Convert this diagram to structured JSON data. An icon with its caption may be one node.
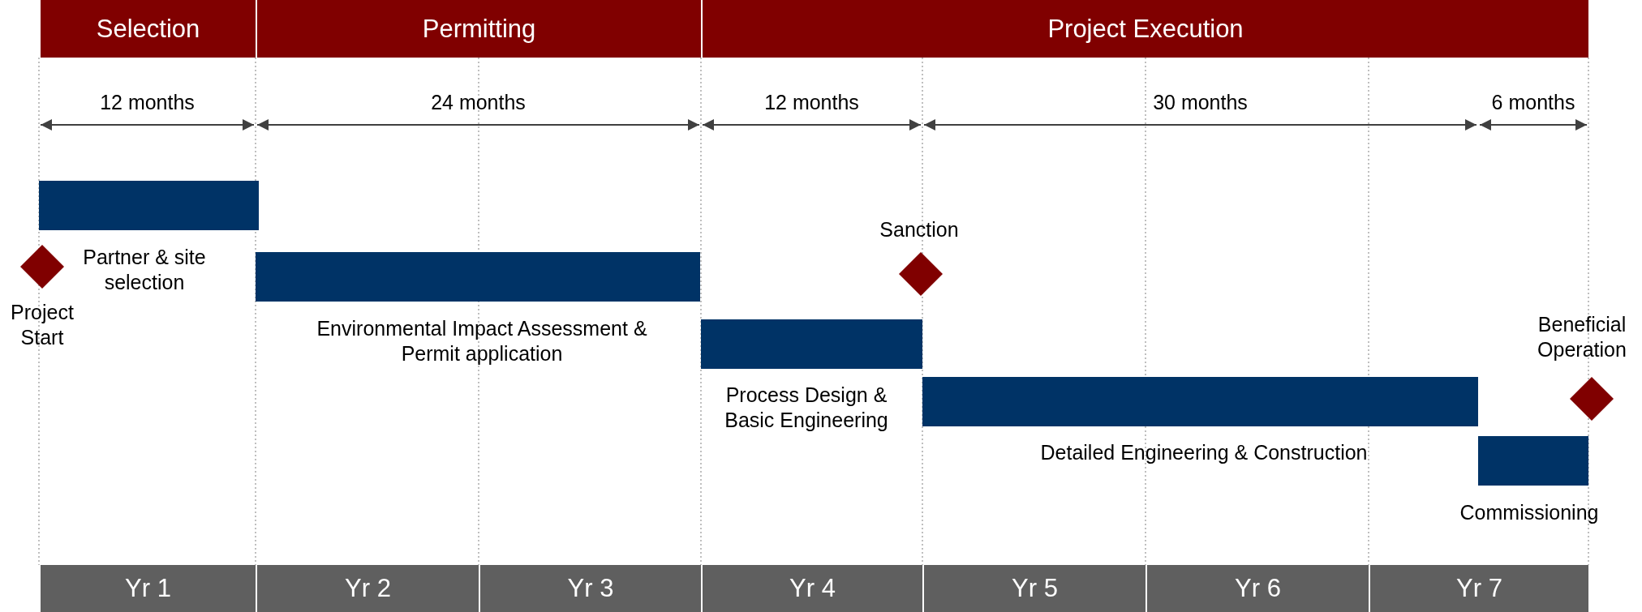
{
  "diagram": {
    "nodes": [
      {
        "text": [
          "Selection"
        ]
      },
      {
        "text": [
          "Permitting"
        ]
      },
      {
        "text": [
          "Project  Execution"
        ]
      },
      {
        "text": [
          "Partner & site selection"
        ]
      },
      {
        "text": [],
        "shape": "diamond",
        "beside": [
          "Project Start"
        ]
      },
      {
        "text": [],
        "shape": "diamond",
        "beside": [
          "Sanction"
        ]
      },
      {
        "text": [
          "Environmental Impact Assessment & Permit application"
        ]
      },
      {
        "text": [],
        "shape": "diamond",
        "beside": [
          "Beneficial Operation"
        ]
      },
      {
        "text": [
          "Process Design & Basic Engineering"
        ]
      },
      {
        "text": [
          "Detailed Engineering & Construction"
        ]
      },
      {
        "text": [
          "Commissioning"
        ]
      },
      {
        "text": [
          "Yr 1"
        ]
      },
      {
        "text": [
          "Yr 2"
        ]
      },
      {
        "text": [
          "Yr 3"
        ]
      },
      {
        "text": [
          "Yr 4"
        ]
      },
      {
        "text": [
          "Yr 5"
        ]
      },
      {
        "text": [
          "Yr 6"
        ]
      },
      {
        "text": [
          "Yr 7"
        ]
      }
    ],
    "labels": [
      "12 months",
      "24 months",
      "12 months",
      "30 months",
      "6 months"
    ]
  }
}
